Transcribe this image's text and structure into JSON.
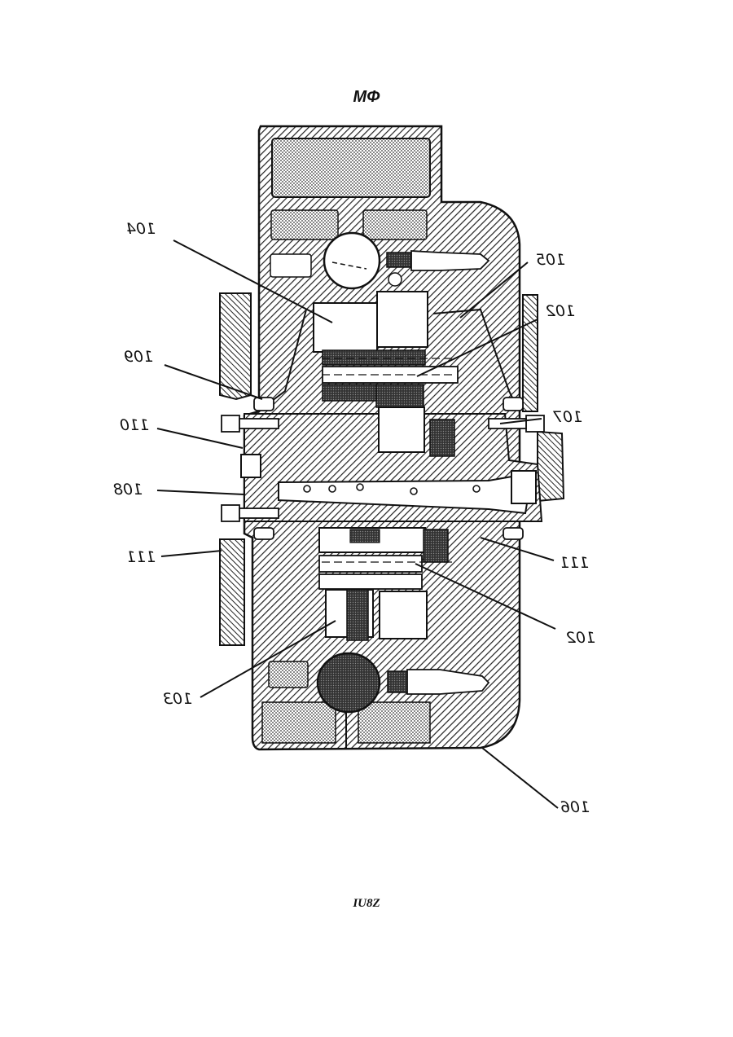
{
  "header": {
    "mark": "MΦ"
  },
  "footer": {
    "code": "IU8Z"
  },
  "labels": {
    "l104": "104",
    "l105": "105",
    "l102_top": "102",
    "l109": "109",
    "l107": "107",
    "l110": "110",
    "l108": "108",
    "l111_left": "111",
    "l111_right": "111",
    "l102_bottom": "102",
    "l103": "103",
    "l106": "106"
  },
  "colors": {
    "ink": "#111111",
    "paper": "#ffffff"
  }
}
